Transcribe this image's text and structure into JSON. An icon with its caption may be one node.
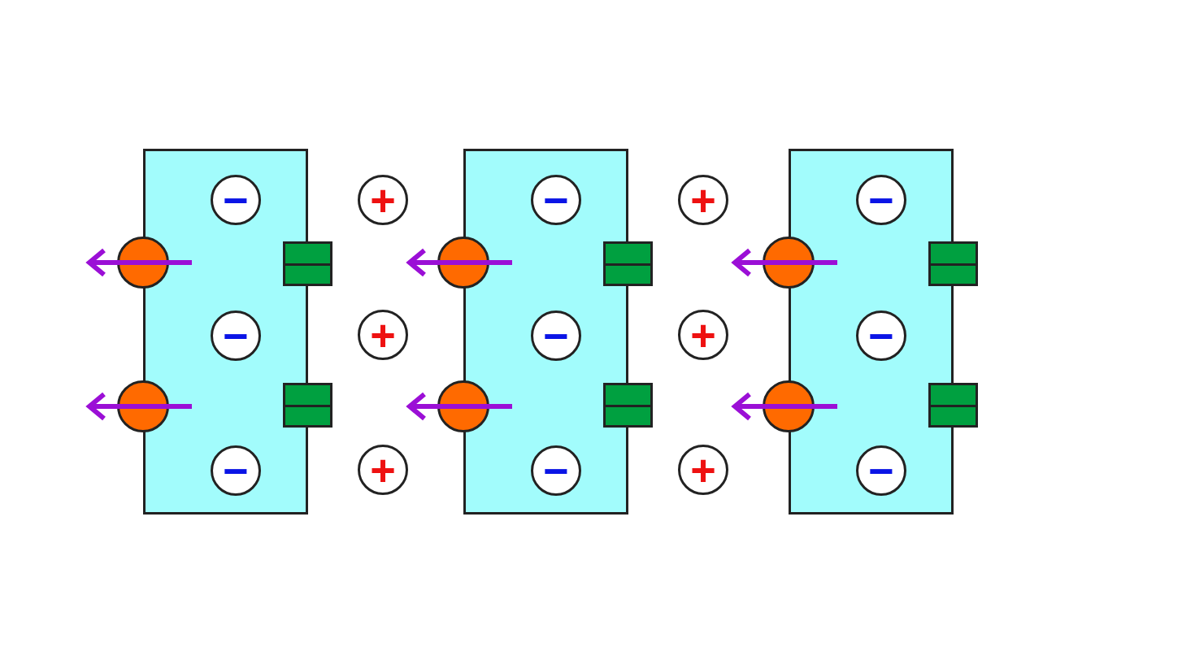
{
  "diagram": {
    "nodes": [
      {
        "text": [],
        "shape": "box"
      },
      {
        "text": [
          "−"
        ],
        "in": 0
      },
      {
        "text": [
          "−"
        ],
        "in": 0
      },
      {
        "text": [
          "−"
        ],
        "in": 0
      },
      {
        "text": [],
        "shape": "circle"
      },
      {
        "text": [],
        "shape": "circle"
      },
      {
        "text": [],
        "shape": "box"
      },
      {
        "text": [],
        "shape": "box"
      },
      {
        "text": [
          "+"
        ]
      },
      {
        "text": [
          "+"
        ]
      },
      {
        "text": [
          "+"
        ]
      },
      {
        "text": [],
        "shape": "box"
      },
      {
        "text": [
          "−"
        ],
        "in": 11
      },
      {
        "text": [
          "−"
        ],
        "in": 11
      },
      {
        "text": [
          "−"
        ],
        "in": 11
      },
      {
        "text": [],
        "shape": "circle"
      },
      {
        "text": [],
        "shape": "circle"
      },
      {
        "text": [],
        "shape": "box"
      },
      {
        "text": [],
        "shape": "box"
      },
      {
        "text": [
          "+"
        ]
      },
      {
        "text": [
          "+"
        ]
      },
      {
        "text": [
          "+"
        ]
      },
      {
        "text": [],
        "shape": "box"
      },
      {
        "text": [
          "−"
        ],
        "in": 22
      },
      {
        "text": [
          "−"
        ],
        "in": 22
      },
      {
        "text": [
          "−"
        ],
        "in": 22
      },
      {
        "text": [],
        "shape": "circle"
      },
      {
        "text": [],
        "shape": "circle"
      },
      {
        "text": [],
        "shape": "box"
      },
      {
        "text": [],
        "shape": "box"
      }
    ]
  }
}
